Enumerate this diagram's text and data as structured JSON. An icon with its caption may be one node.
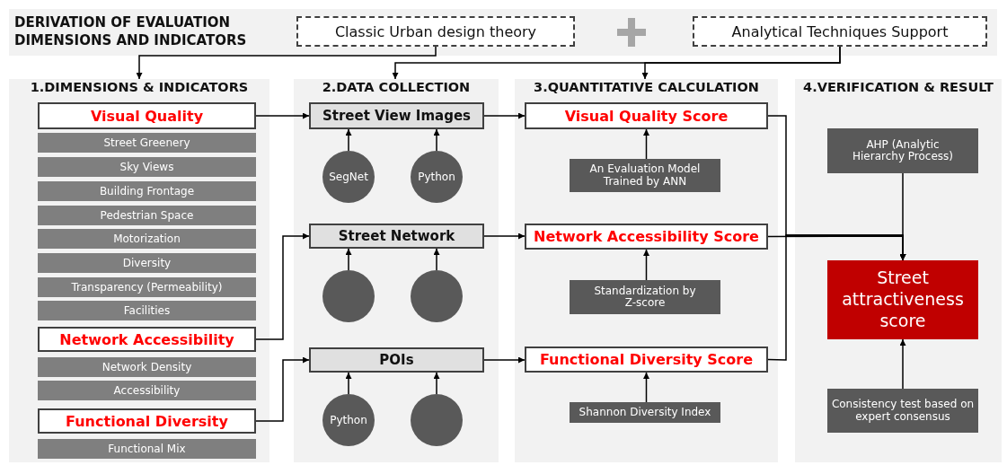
{
  "diagram": {
    "nodes": [
      {
        "text": [
          "DERIVATION OF EVALUATION DIMENSIONS AND INDICATORS"
        ]
      },
      {
        "text": [
          "Classic Urban design theory"
        ],
        "in": 0
      },
      {
        "text": [
          "Analytical Techniques Support"
        ],
        "in": 0
      },
      {
        "text": [
          "1.DIMENSIONS & INDICATORS"
        ]
      },
      {
        "text": [
          "Visual Quality"
        ],
        "in": 3
      },
      {
        "text": [
          "Street Greenery"
        ],
        "in": 3
      },
      {
        "text": [
          "Sky Views"
        ],
        "in": 3
      },
      {
        "text": [
          "Building Frontage"
        ],
        "in": 3
      },
      {
        "text": [
          "Pedestrian Space"
        ],
        "in": 3
      },
      {
        "text": [
          "Motorization"
        ],
        "in": 3
      },
      {
        "text": [
          "Diversity"
        ],
        "in": 3
      },
      {
        "text": [
          "Transparency (Permeability)"
        ],
        "in": 3
      },
      {
        "text": [
          "Facilities"
        ],
        "in": 3
      },
      {
        "text": [
          "Network Accessibility"
        ],
        "in": 3
      },
      {
        "text": [
          "Network Density"
        ],
        "in": 3
      },
      {
        "text": [
          "Accessibility"
        ],
        "in": 3
      },
      {
        "text": [
          "Functional Diversity"
        ],
        "in": 3
      },
      {
        "text": [
          "Functional Mix"
        ],
        "in": 3
      },
      {
        "text": [
          "2.DATA COLLECTION"
        ]
      },
      {
        "text": [
          "Street View Images"
        ],
        "in": 18
      },
      {
        "text": [
          "SegNet"
        ],
        "in": 18
      },
      {
        "text": [
          "Python"
        ],
        "in": 18
      },
      {
        "text": [
          "Street Network"
        ],
        "in": 18
      },
      {
        "text": [],
        "shape": "circle",
        "in": 18
      },
      {
        "text": [],
        "shape": "circle",
        "in": 18
      },
      {
        "text": [
          "POIs"
        ],
        "in": 18
      },
      {
        "text": [
          "Python"
        ],
        "in": 18
      },
      {
        "text": [],
        "shape": "circle",
        "in": 18
      },
      {
        "text": [
          "3.QUANTITATIVE CALCULATION"
        ]
      },
      {
        "text": [
          "Visual Quality Score"
        ],
        "in": 28
      },
      {
        "text": [
          "An Evaluation Model Trained by ANN"
        ],
        "in": 28
      },
      {
        "text": [
          "Network Accessibility Score"
        ],
        "in": 28
      },
      {
        "text": [
          "Standardization by Z-score"
        ],
        "in": 28
      },
      {
        "text": [
          "Functional Diversity Score"
        ],
        "in": 28
      },
      {
        "text": [
          "Shannon Diversity Index"
        ],
        "in": 28
      },
      {
        "text": [
          "4.VERIFICATION & RESULT"
        ]
      },
      {
        "text": [
          "AHP (Analytic Hierarchy Process)"
        ],
        "in": 35
      },
      {
        "text": [
          "Street attractiveness score"
        ],
        "in": 35
      },
      {
        "text": [
          "Consistency test based on expert consensus"
        ],
        "in": 35
      }
    ],
    "edges": [
      {
        "from": 1,
        "to": 3,
        "arrow": "to"
      },
      {
        "from": 2,
        "to": 18,
        "arrow": "to"
      },
      {
        "from": 2,
        "to": 28,
        "arrow": "to"
      },
      {
        "from": 4,
        "to": 19,
        "arrow": "to"
      },
      {
        "from": 13,
        "to": 22,
        "arrow": "to"
      },
      {
        "from": 16,
        "to": 25,
        "arrow": "to"
      },
      {
        "from": 20,
        "to": 19,
        "arrow": "to"
      },
      {
        "from": 21,
        "to": 19,
        "arrow": "to"
      },
      {
        "from": 23,
        "to": 22,
        "arrow": "to"
      },
      {
        "from": 24,
        "to": 22,
        "arrow": "to"
      },
      {
        "from": 26,
        "to": 25,
        "arrow": "to"
      },
      {
        "from": 27,
        "to": 25,
        "arrow": "to"
      },
      {
        "from": 19,
        "to": 29,
        "arrow": "to"
      },
      {
        "from": 22,
        "to": 31,
        "arrow": "to"
      },
      {
        "from": 25,
        "to": 33,
        "arrow": "to"
      },
      {
        "from": 30,
        "to": 29,
        "arrow": "to"
      },
      {
        "from": 32,
        "to": 31,
        "arrow": "to"
      },
      {
        "from": 34,
        "to": 33,
        "arrow": "to"
      },
      {
        "from": 29,
        "to": 37,
        "arrow": "to"
      },
      {
        "from": 31,
        "to": 37,
        "arrow": "to"
      },
      {
        "from": 33,
        "to": 37,
        "arrow": "to"
      },
      {
        "from": 36,
        "to": 37,
        "arrow": "to"
      },
      {
        "from": 38,
        "to": 37,
        "arrow": "to"
      }
    ]
  }
}
